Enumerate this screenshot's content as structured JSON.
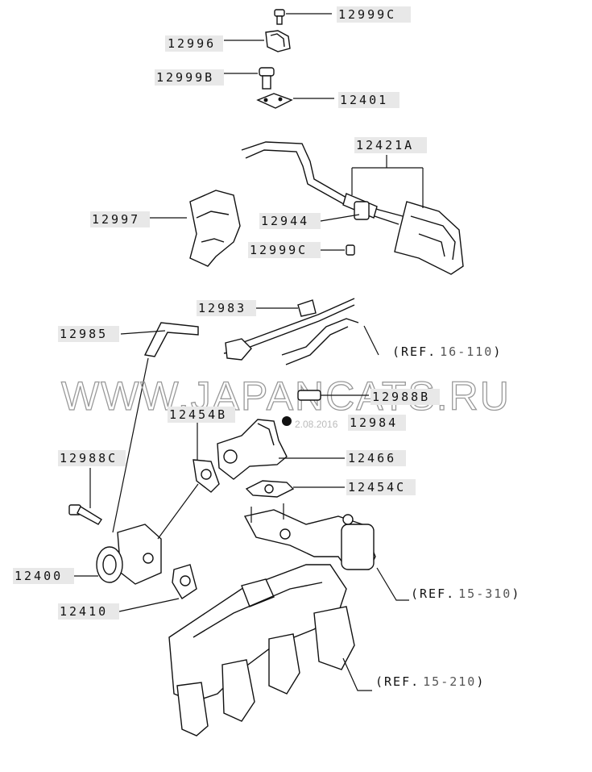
{
  "watermark": "WWW.JAPANCATS.RU",
  "date_stamp": "2.08.2016",
  "labels": {
    "p12999C_top": "12999C",
    "p12996": "12996",
    "p12999B": "12999B",
    "p12401": "12401",
    "p12421A": "12421A",
    "p12997": "12997",
    "p12944": "12944",
    "p12999C_mid": "12999C",
    "p12983": "12983",
    "p12985": "12985",
    "p12988B": "12988B",
    "p12454B": "12454B",
    "p12984": "12984",
    "p12988C": "12988C",
    "p12466": "12466",
    "p12454C": "12454C",
    "p12400": "12400",
    "p12410": "12410"
  },
  "refs": {
    "r1_prefix": "(REF.",
    "r1_num": "16-110",
    "r1_suffix": ")",
    "r2_prefix": "(REF.",
    "r2_num": "15-310",
    "r2_suffix": ")",
    "r3_prefix": "(REF.",
    "r3_num": "15-210",
    "r3_suffix": ")"
  }
}
